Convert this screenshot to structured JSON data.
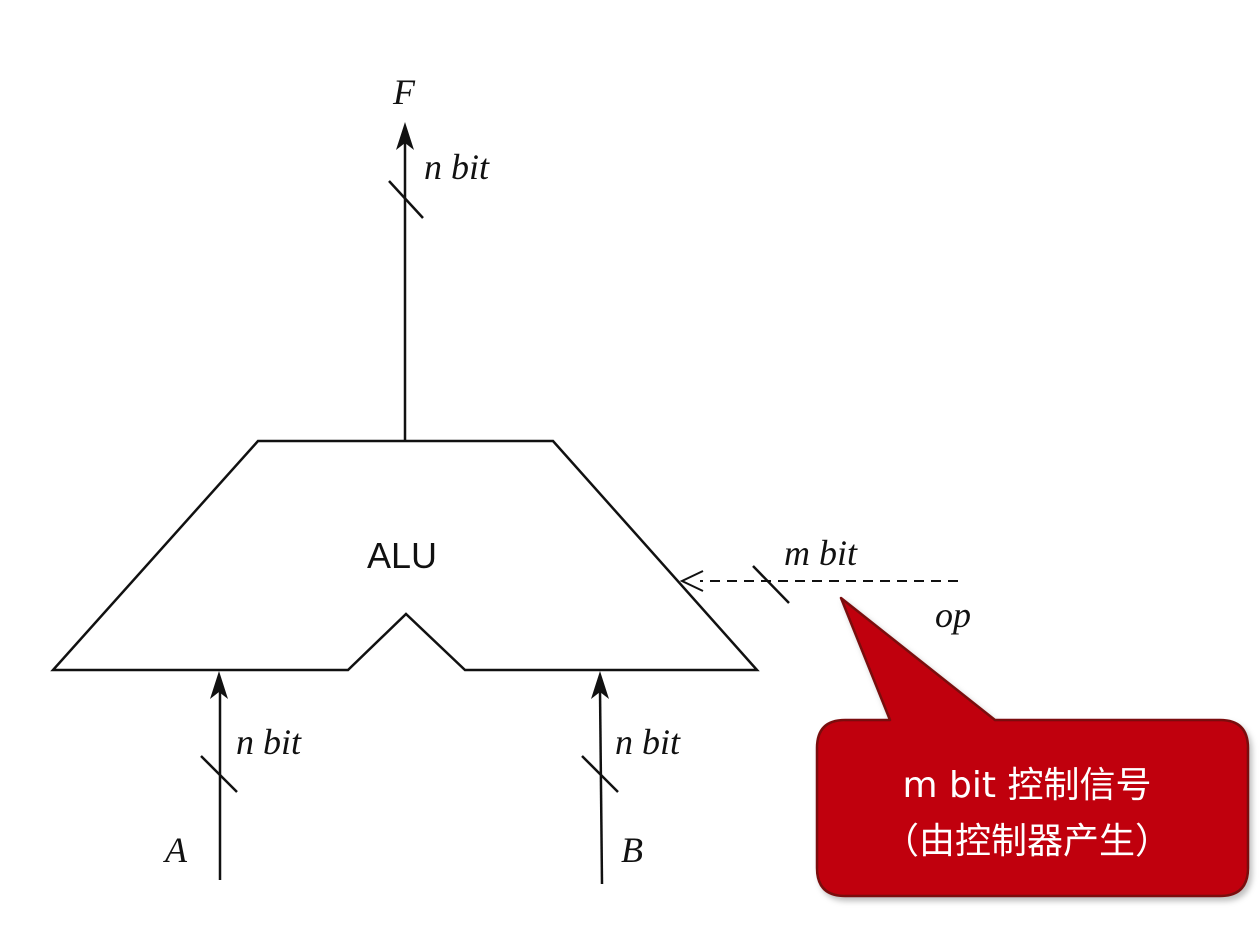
{
  "alu": {
    "label": "ALU"
  },
  "output": {
    "name": "F",
    "width_label": "n bit"
  },
  "input_a": {
    "name": "A",
    "width_label": "n bit"
  },
  "input_b": {
    "name": "B",
    "width_label": "n bit"
  },
  "control": {
    "name": "op",
    "width_label": "m bit"
  },
  "callout": {
    "line1": "m bit 控制信号",
    "line2": "（由控制器产生）",
    "fill_color": "#c0000b",
    "border_color": "#7a0d10"
  }
}
